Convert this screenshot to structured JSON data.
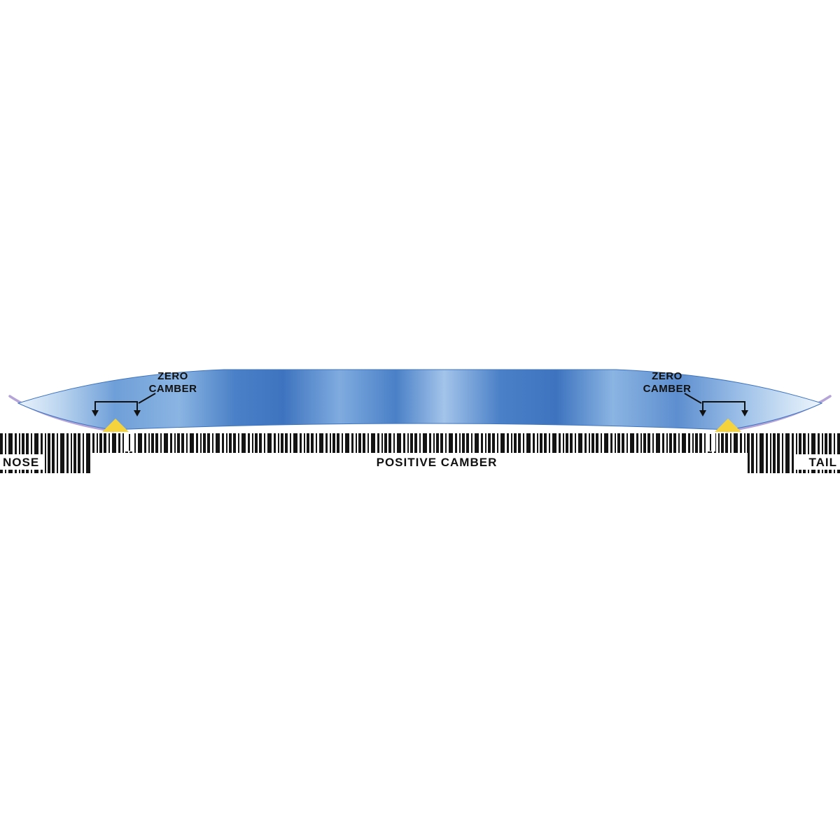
{
  "diagram": {
    "type": "snowboard-camber-profile",
    "labels": {
      "zero_camber_top": "ZERO",
      "zero_camber_bottom": "CAMBER",
      "positive_camber": "POSITIVE CAMBER",
      "nose": "NOSE",
      "tail": "TAIL"
    },
    "features": {
      "left_zone": "zero camber (flat) zone near nose contact point",
      "right_zone": "zero camber (flat) zone near tail contact point",
      "center_zone": "positive camber arc between contact points",
      "tips": "rockered nose and tail rise above the ground line"
    },
    "colors": {
      "board_blue_dark": "#3e74bf",
      "board_blue_mid": "#6f9fd8",
      "board_blue_light": "#dcebf9",
      "rocker_purple": "#b4a4d8",
      "contact_yellow": "#f5d33d",
      "hatch_black": "#141414",
      "text_black": "#111111",
      "background": "#ffffff"
    }
  }
}
